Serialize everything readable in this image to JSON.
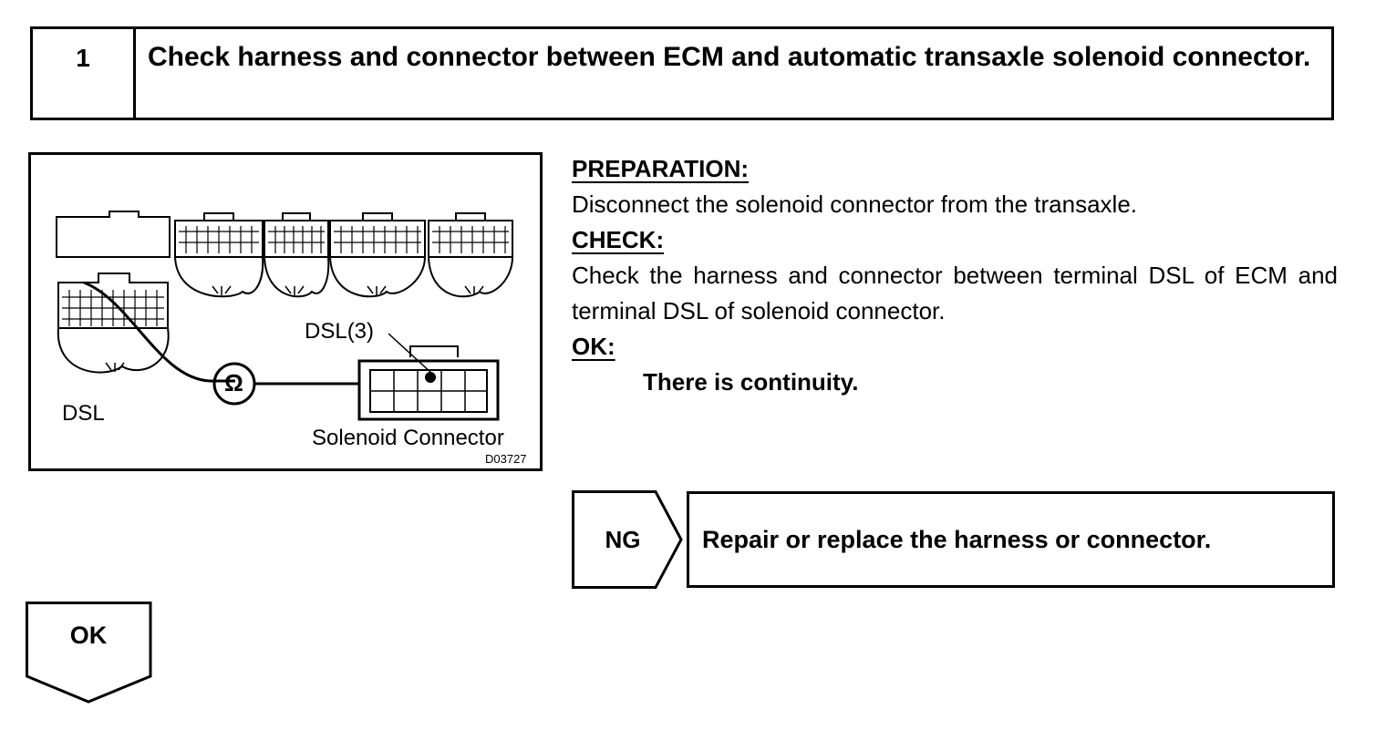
{
  "step": {
    "number": "1",
    "title": "Check harness and connector between ECM and automatic transaxle solenoid connector."
  },
  "diagram": {
    "label_dsl_ecm": "DSL",
    "label_dsl_pin": "DSL(3)",
    "label_solenoid": "Solenoid Connector",
    "figure_code": "D03727",
    "ohm_symbol": "Ω",
    "icons": [
      "ecm-connector-icon",
      "solenoid-connector-icon",
      "ohmmeter-icon"
    ]
  },
  "info": {
    "preparation_heading": "PREPARATION:",
    "preparation_text": "Disconnect the solenoid connector from the transaxle.",
    "check_heading": "CHECK:",
    "check_text": "Check the harness and connector between terminal DSL of ECM and terminal DSL of solenoid connector.",
    "ok_heading": "OK:",
    "ok_text": "There is continuity."
  },
  "ng": {
    "label": "NG",
    "action": "Repair or replace the harness or connector."
  },
  "ok": {
    "label": "OK"
  }
}
